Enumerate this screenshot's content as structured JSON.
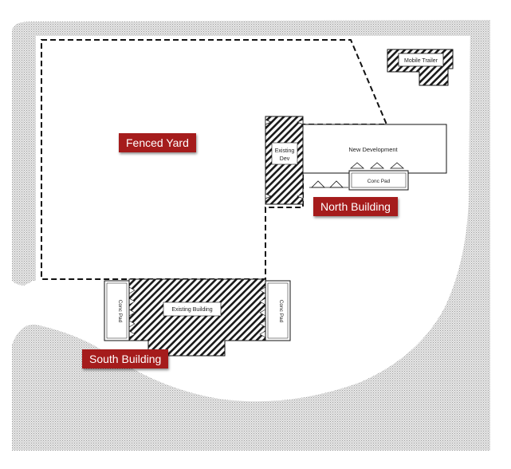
{
  "plan": {
    "callouts": {
      "fenced_yard": "Fenced Yard",
      "north_building": "North Building",
      "south_building": "South Building"
    },
    "labels": {
      "mobile_trailer": "Mobile Trailer",
      "existing_dev_line1": "Existing",
      "existing_dev_line2": "Dev",
      "new_development": "New Development",
      "conc_pad_north": "Conc Pad",
      "existing_building": "Existing Building",
      "conc_pad_left": "Conc Pad",
      "conc_pad_right": "Conc Pad"
    },
    "colors": {
      "callout_bg": "#a51c1c",
      "ground_stipple": "#9c9c9c",
      "hatch": "#1a1a1a"
    }
  }
}
